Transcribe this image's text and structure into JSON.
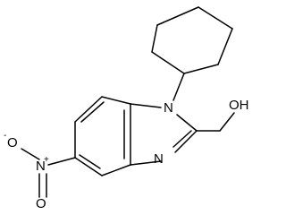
{
  "molecule": {
    "atoms": {
      "n1": "N",
      "n3": "N",
      "oh": "OH",
      "nitro_n": "N",
      "nitro_o_minus": "O",
      "nitro_o_double": "O"
    },
    "charges": {
      "nitro_n": "+",
      "nitro_o_minus": "-"
    }
  }
}
